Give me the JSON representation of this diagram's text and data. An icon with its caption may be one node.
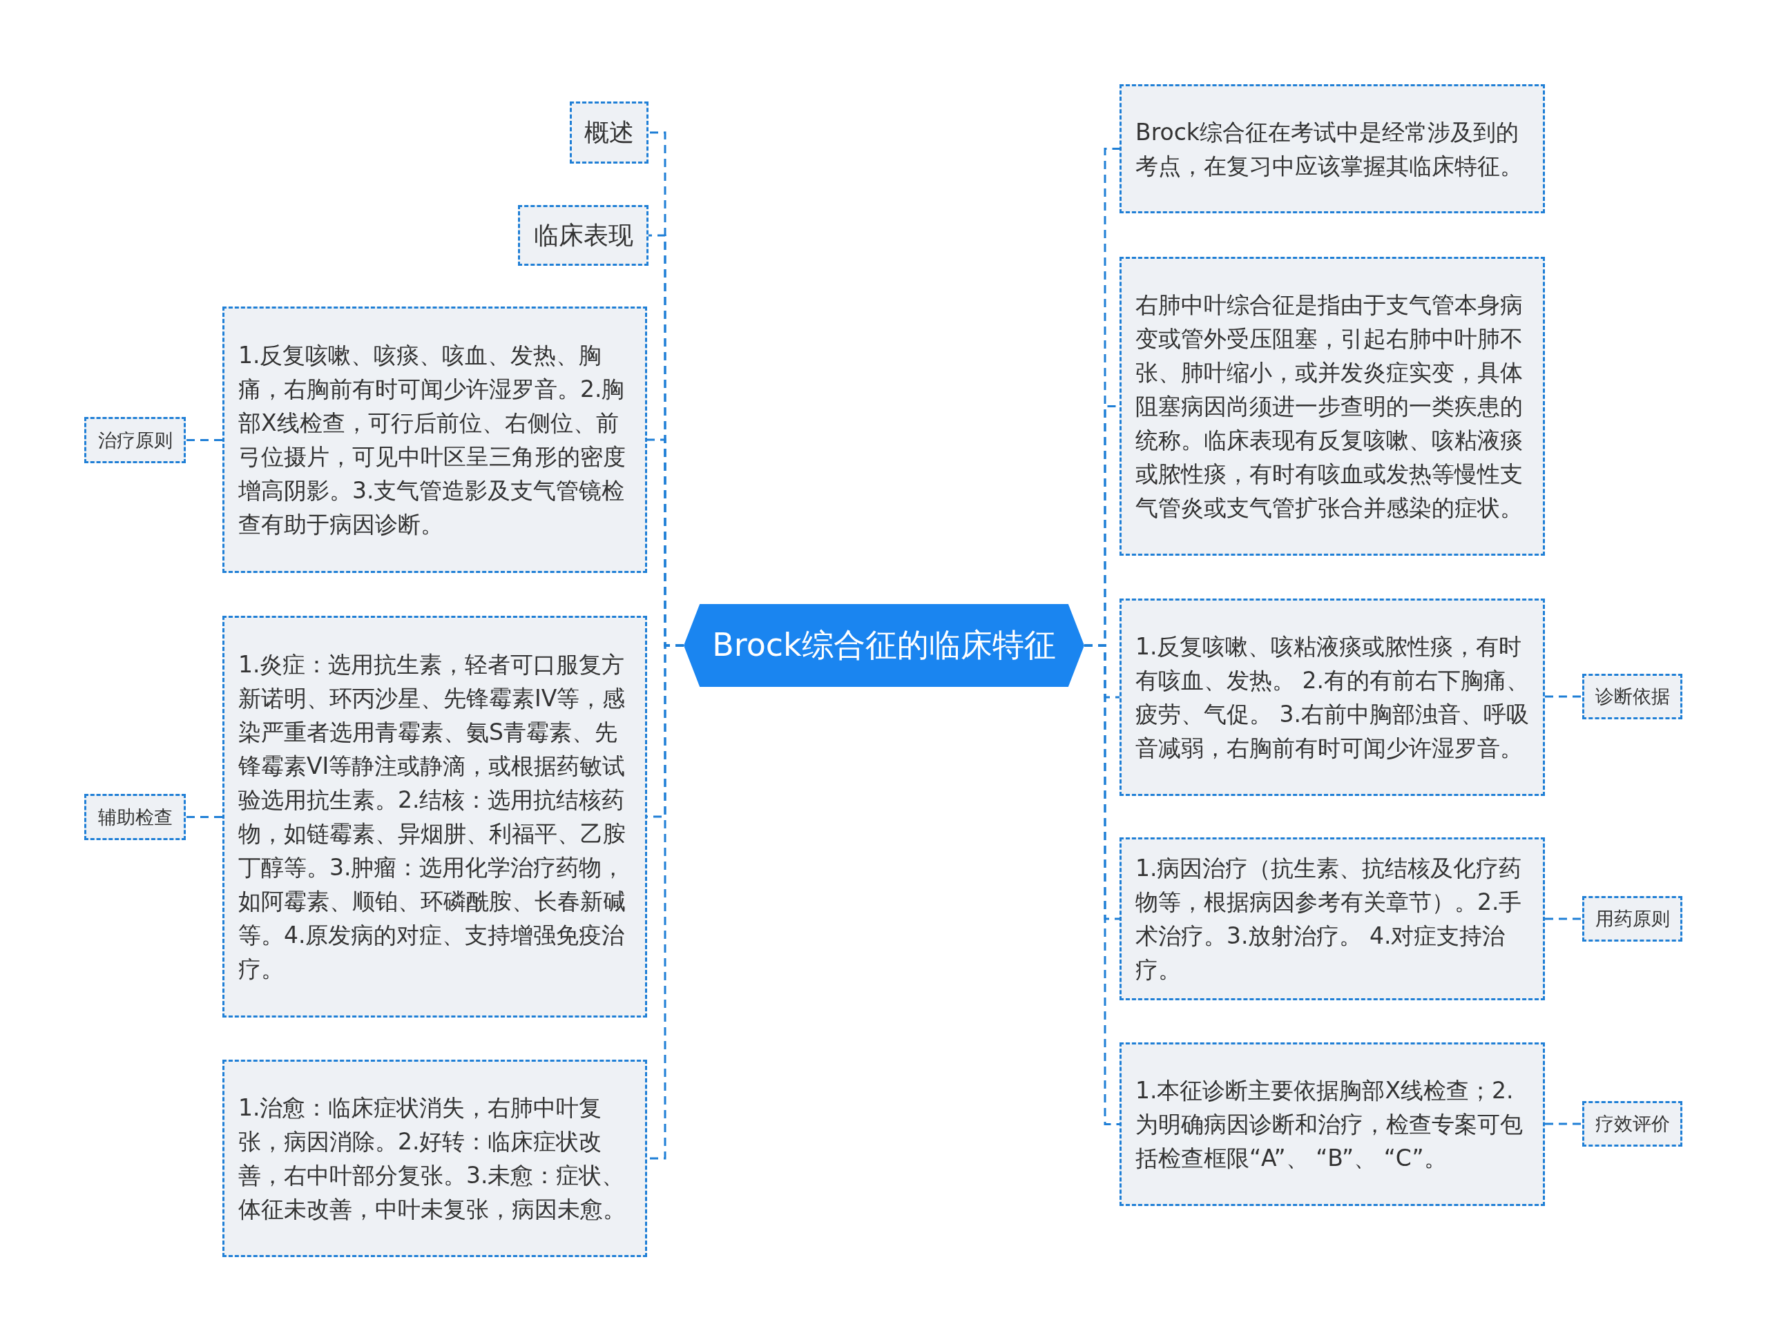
{
  "diagram": {
    "nodes": [
      {
        "text": [
          "Brock综合征的临床特征"
        ]
      },
      {
        "text": [
          "概述"
        ]
      },
      {
        "text": [
          "临床表现"
        ]
      },
      {
        "text": [
          "1.反复咳嗽、咳痰、咳血、发热、胸痛，右胸前有时可闻少许湿罗音。2.胸部X线检查，可行后前位、右侧位、前弓位摄片，可见中叶区呈三角形的密度增高阴影。3.支气管造影及支气管镜检查有助于病因诊断。"
        ]
      },
      {
        "text": [
          "治疗原则"
        ]
      },
      {
        "text": [
          "1.炎症：选用抗生素，轻者可口服复方新诺明、环丙沙星、先锋霉素IV等，感染严重者选用青霉素、氨S青霉素、先锋霉素VI等静注或静滴，或根据药敏试验选用抗生素。2.结核：选用抗结核药物，如链霉素、异烟肼、利福平、乙胺丁醇等。3.肿瘤：选用化学治疗药物，如阿霉素、顺铂、环磷酰胺、长春新碱等。4.原发病的对症、支持增强免疫治疗。"
        ]
      },
      {
        "text": [
          "辅助检查"
        ]
      },
      {
        "text": [
          "1.治愈：临床症状消失，右肺中叶复张，病因消除。2.好转：临床症状改善，右中叶部分复张。3.未愈：症状、体征未改善，中叶未复张，病因未愈。"
        ]
      },
      {
        "text": [
          "Brock综合征在考试中是经常涉及到的考点，在复习中应该掌握其临床特征。"
        ]
      },
      {
        "text": [
          "右肺中叶综合征是指由于支气管本身病变或管外受压阻塞，引起右肺中叶肺不张、肺叶缩小，或并发炎症实变，具体阻塞病因尚须进一步查明的一类疾患的统称。临床表现有反复咳嗽、咳粘液痰或脓性痰，有时有咳血或发热等慢性支气管炎或支气管扩张合并感染的症状。"
        ]
      },
      {
        "text": [
          "1.反复咳嗽、咳粘液痰或脓性痰，有时有咳血、发热。 2.有的有前右下胸痛、疲劳、气促。 3.右前中胸部浊音、呼吸音减弱，右胸前有时可闻少许湿罗音。"
        ]
      },
      {
        "text": [
          "诊断依据"
        ]
      },
      {
        "text": [
          "1.病因治疗（抗生素、抗结核及化疗药物等，根据病因参考有关章节）。2.手术治疗。3.放射治疗。 4.对症支持治疗。"
        ]
      },
      {
        "text": [
          "用药原则"
        ]
      },
      {
        "text": [
          "1.本征诊断主要依据胸部X线检查；2.为明确病因诊断和治疗，检查专案可包括检查框限“A”、 “B”、 “C”。"
        ]
      },
      {
        "text": [
          "疗效评价"
        ]
      }
    ],
    "edges": [
      {
        "from": 0,
        "to": 1,
        "arrow": "none"
      },
      {
        "from": 0,
        "to": 2,
        "arrow": "none"
      },
      {
        "from": 0,
        "to": 3,
        "arrow": "none"
      },
      {
        "from": 3,
        "to": 4,
        "arrow": "none"
      },
      {
        "from": 0,
        "to": 5,
        "arrow": "none"
      },
      {
        "from": 5,
        "to": 6,
        "arrow": "none"
      },
      {
        "from": 0,
        "to": 7,
        "arrow": "none"
      },
      {
        "from": 0,
        "to": 8,
        "arrow": "none"
      },
      {
        "from": 0,
        "to": 9,
        "arrow": "none"
      },
      {
        "from": 0,
        "to": 10,
        "arrow": "none"
      },
      {
        "from": 10,
        "to": 11,
        "arrow": "none"
      },
      {
        "from": 0,
        "to": 12,
        "arrow": "none"
      },
      {
        "from": 12,
        "to": 13,
        "arrow": "none"
      },
      {
        "from": 0,
        "to": 14,
        "arrow": "none"
      },
      {
        "from": 14,
        "to": 15,
        "arrow": "none"
      }
    ]
  }
}
